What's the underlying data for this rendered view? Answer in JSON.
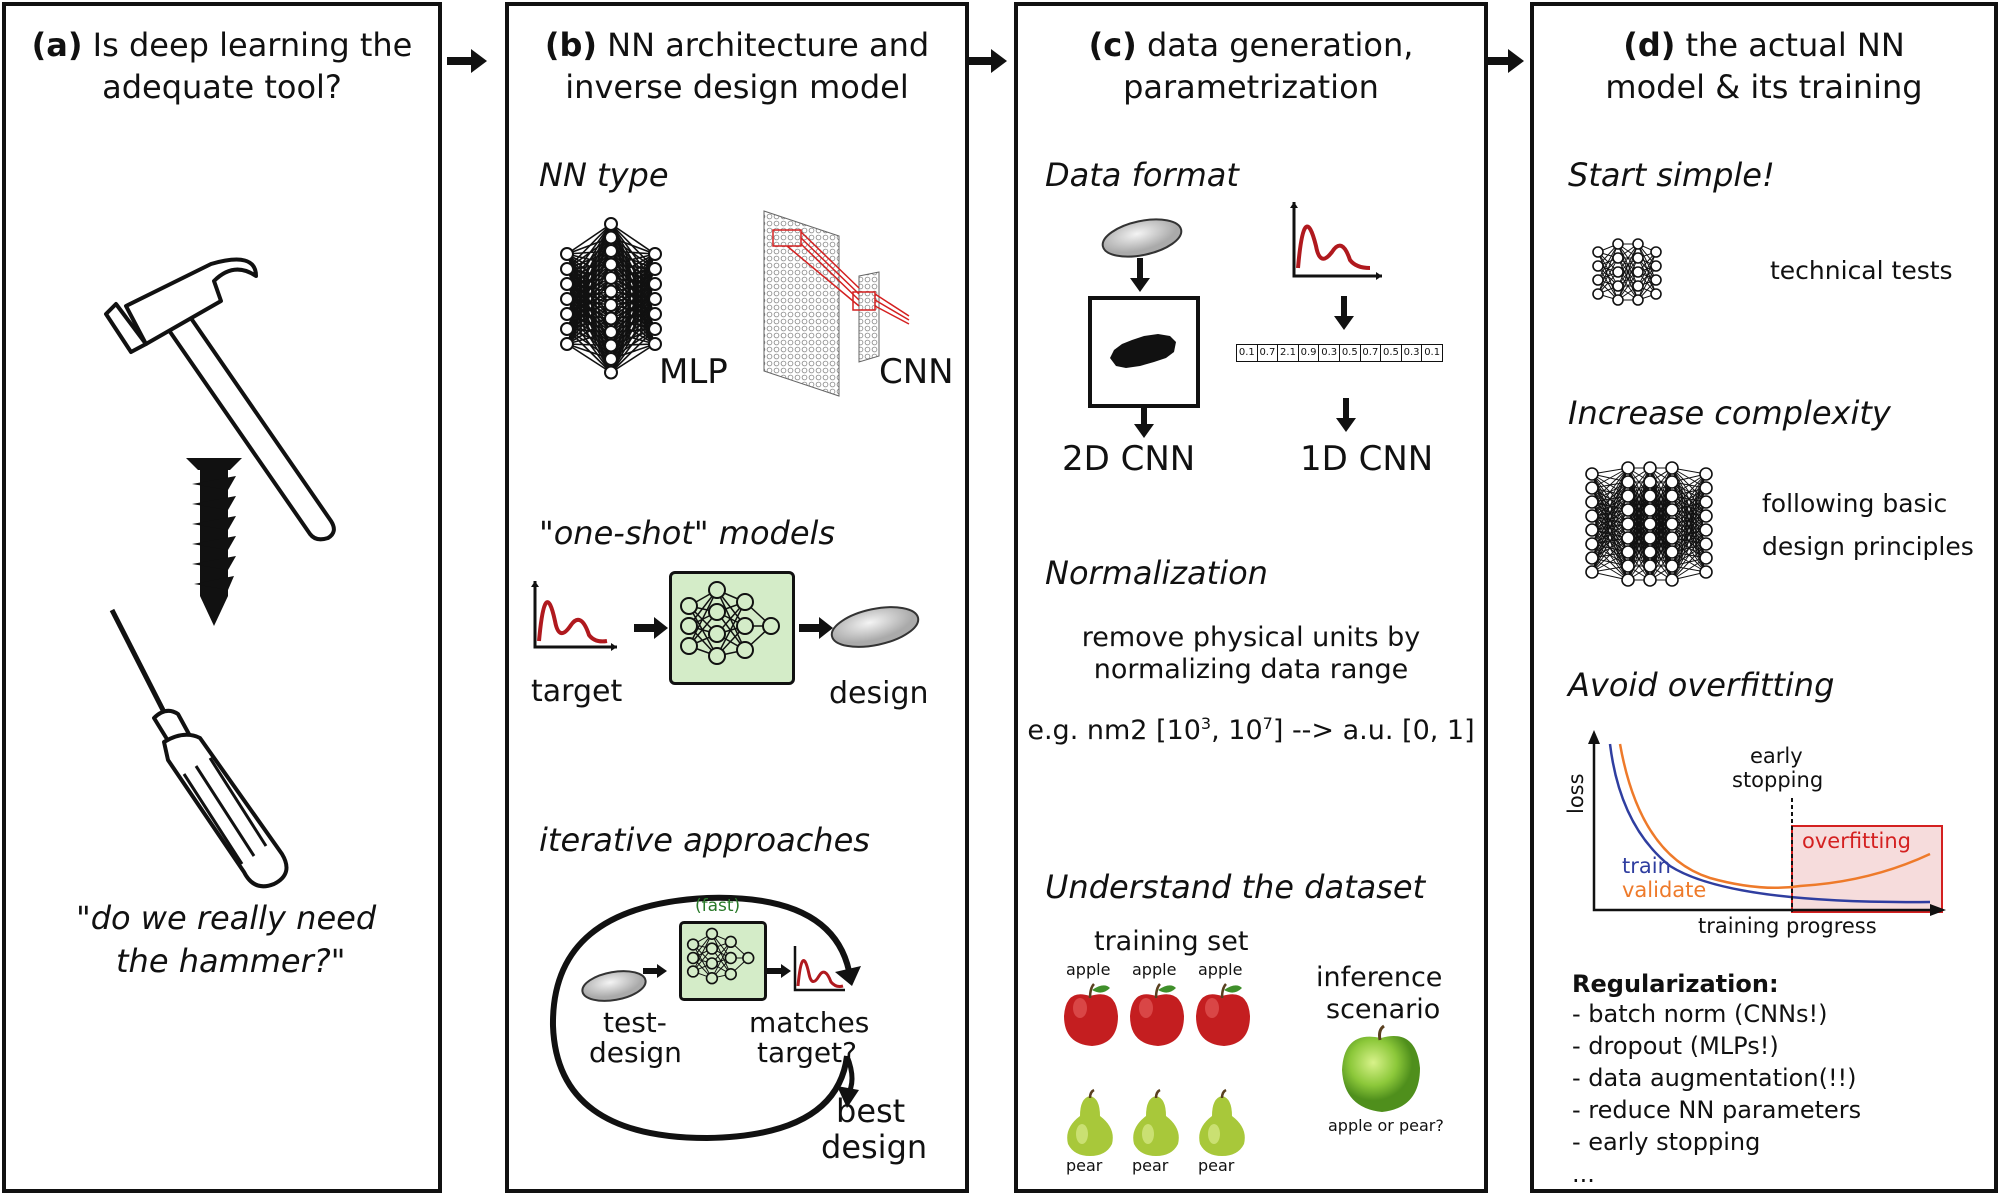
{
  "panel_a": {
    "letter": "(a)",
    "title_1": "Is deep learning the",
    "title_2": "adequate tool?",
    "quote_1": "\"do we really need",
    "quote_2": "the hammer?\""
  },
  "panel_b": {
    "letter": "(b)",
    "title_1": "NN architecture and",
    "title_2": "inverse design model",
    "nn_type": "NN type",
    "mlp": "MLP",
    "cnn": "CNN",
    "oneshot": "\"one-shot\" models",
    "target": "target",
    "design": "design",
    "iterative": "iterative approaches",
    "fast": "(fast)",
    "test_design_1": "test-",
    "test_design_2": "design",
    "matches_1": "matches",
    "matches_2": "target?",
    "best_1": "best",
    "best_2": "design"
  },
  "panel_c": {
    "letter": "(c)",
    "title_1": "data generation,",
    "title_2": "parametrization",
    "data_format": "Data format",
    "cnn2d": "2D CNN",
    "cnn1d": "1D CNN",
    "vector": [
      "0.1",
      "0.7",
      "2.1",
      "0.9",
      "0.3",
      "0.5",
      "0.7",
      "0.5",
      "0.3",
      "0.1"
    ],
    "normalization": "Normalization",
    "norm_1": "remove physical units by",
    "norm_2": "normalizing data range",
    "eg_pre": "e.g. nm2 [10",
    "eg_exp1": "3",
    "eg_mid": ", 10",
    "eg_exp2": "7",
    "eg_post": "] --> a.u. [0, 1]",
    "understand": "Understand the dataset",
    "training_set": "training set",
    "apple": "apple",
    "pear": "pear",
    "inference_1": "inference",
    "inference_2": "scenario",
    "apple_or_pear": "apple or pear?"
  },
  "panel_d": {
    "letter": "(d)",
    "title_1": "the actual NN",
    "title_2": "model & its training",
    "start_simple": "Start simple!",
    "technical_tests": "technical tests",
    "increase": "Increase complexity",
    "following_1": "following basic",
    "following_2": "design principles",
    "avoid": "Avoid overfitting",
    "early_1": "early",
    "early_2": "stopping",
    "loss": "loss",
    "train": "train",
    "validate": "validate",
    "overfitting": "overfitting",
    "training_progress": "training progress",
    "reg_title": "Regularization:",
    "reg_items": [
      "- batch norm (CNNs!)",
      "- dropout (MLPs!)",
      "- data augmentation(!!)",
      "- reduce NN parameters",
      "- early stopping",
      "..."
    ]
  },
  "colors": {
    "red": "#b0191e",
    "orange": "#ee7a2a",
    "blue": "#2f3ea0",
    "green_fill": "#d4ecc8",
    "overfit_fill": "#f6dcdc"
  }
}
